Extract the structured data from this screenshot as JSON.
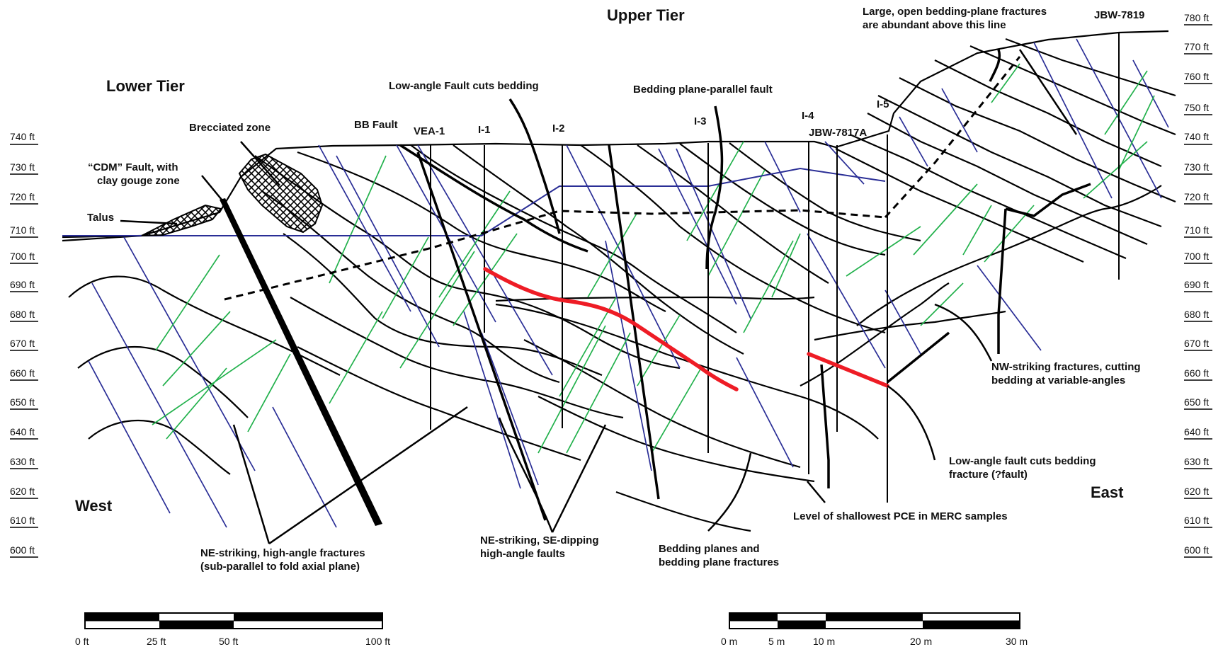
{
  "tiers": {
    "upper": "Upper Tier",
    "lower": "Lower Tier"
  },
  "directions": {
    "west": "West",
    "east": "East"
  },
  "elevations_left": [
    "740 ft",
    "730 ft",
    "720 ft",
    "710 ft",
    "700 ft",
    "690 ft",
    "680 ft",
    "670 ft",
    "660 ft",
    "650 ft",
    "640 ft",
    "630 ft",
    "620 ft",
    "610 ft",
    "600 ft"
  ],
  "elevations_right": [
    "780 ft",
    "770 ft",
    "760 ft",
    "750 ft",
    "740 ft",
    "730 ft",
    "720 ft",
    "710 ft",
    "700 ft",
    "690 ft",
    "680 ft",
    "670 ft",
    "660 ft",
    "650 ft",
    "640 ft",
    "630 ft",
    "620 ft",
    "610 ft",
    "600 ft"
  ],
  "wells": [
    "VEA-1",
    "I-1",
    "I-2",
    "I-3",
    "I-4",
    "JBW-7817A",
    "I-5",
    "JBW-7819"
  ],
  "labels": {
    "brecciated": "Brecciated zone",
    "cdm_1": "“CDM” Fault, with",
    "cdm_2": "clay gouge zone",
    "talus": "Talus",
    "bb_fault": "BB Fault",
    "low_angle_top": "Low-angle Fault cuts bedding",
    "bedding_parallel": "Bedding plane-parallel fault",
    "large_open_1": "Large, open bedding-plane fractures",
    "large_open_2": "are abundant above this line",
    "nw_1": "NW-striking fractures, cutting",
    "nw_2": "bedding at variable-angles",
    "low_angle_bot_1": "Low-angle fault cuts bedding",
    "low_angle_bot_2": "fracture (?fault)",
    "shallowest": "Level of shallowest PCE in MERC samples",
    "bedding_planes_1": "Bedding planes and",
    "bedding_planes_2": "bedding plane fractures",
    "ne_se_1": "NE-striking, SE-dipping",
    "ne_se_2": "high-angle faults",
    "ne_high_1": "NE-striking, high-angle fractures",
    "ne_high_2": "(sub-parallel to fold axial plane)"
  },
  "scale_ft": {
    "ticks": [
      "0 ft",
      "25 ft",
      "50 ft",
      "100 ft"
    ]
  },
  "scale_m": {
    "ticks": [
      "0 m",
      "5 m",
      "10 m",
      "20 m",
      "30 m"
    ]
  },
  "colors": {
    "bedding": "#000000",
    "nw_fractures": "#2a2e96",
    "ne_fractures": "#22b14c",
    "pce": "#ee1c25"
  }
}
